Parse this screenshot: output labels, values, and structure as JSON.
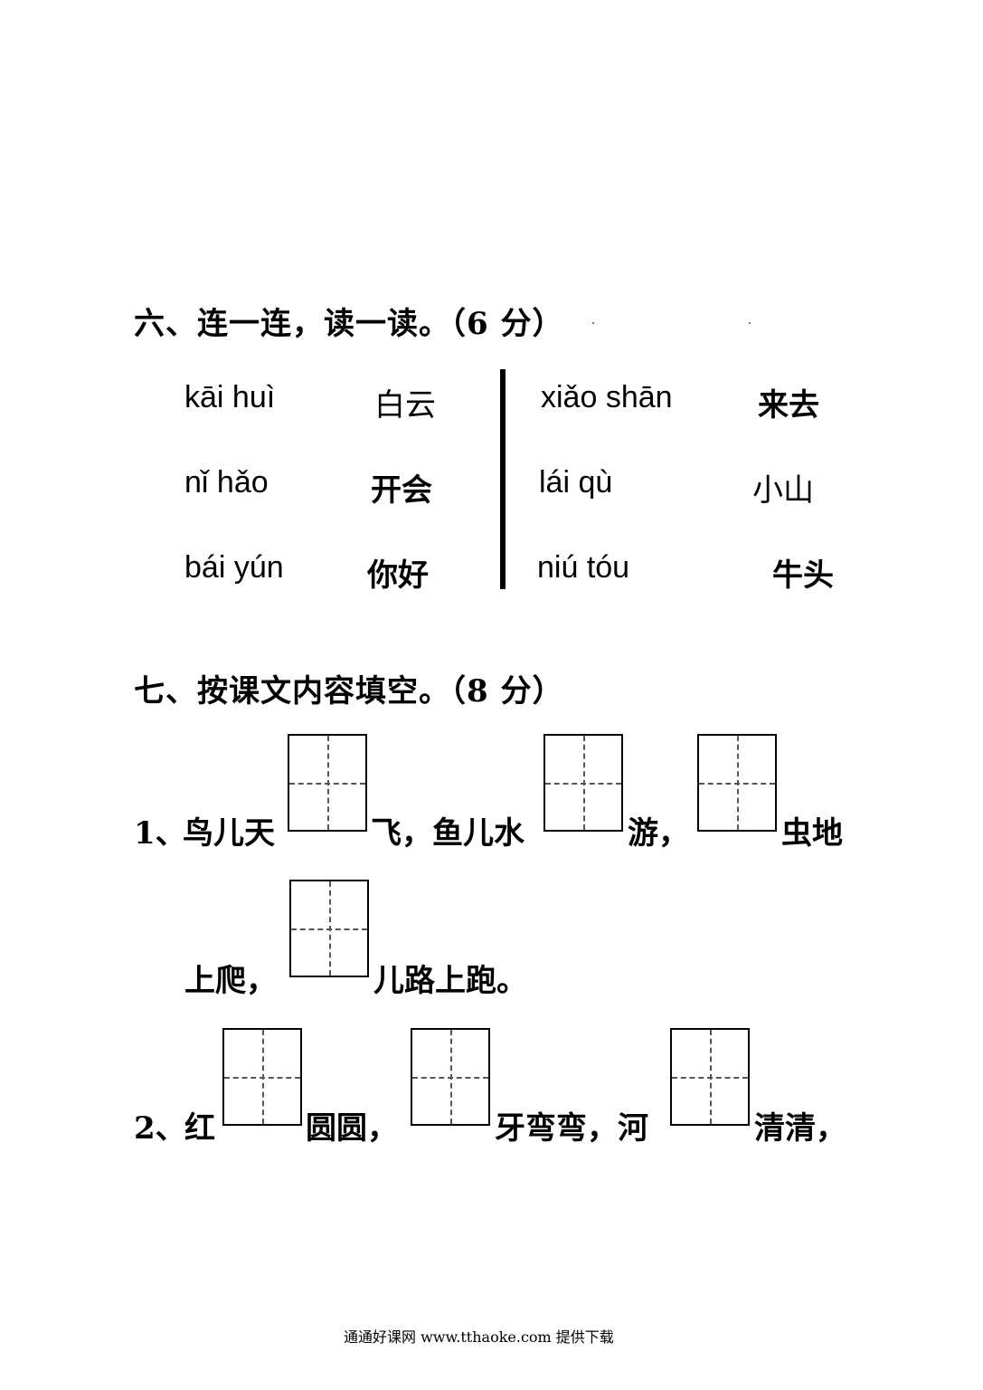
{
  "section6": {
    "title": "六、连一连，读一读。（6 分）",
    "left": [
      {
        "pinyin": "kāi huì",
        "hanzi": "白云"
      },
      {
        "pinyin": "nǐ hǎo",
        "hanzi": "开会"
      },
      {
        "pinyin": "bái yún",
        "hanzi": "你好"
      }
    ],
    "right": [
      {
        "pinyin": "xiǎo shān",
        "hanzi": "来去"
      },
      {
        "pinyin": "lái qù",
        "hanzi": "小山"
      },
      {
        "pinyin": "niú tóu",
        "hanzi": "牛头"
      }
    ]
  },
  "section7": {
    "title": "七、按课文内容填空。（8 分）",
    "q1": {
      "num": "1、",
      "p1": "鸟儿天",
      "p2": "飞，鱼儿水",
      "p3": "游，",
      "p4": "虫地",
      "p5": "上爬，",
      "p6": "儿路上跑。"
    },
    "q2": {
      "num": "2、",
      "p1": "红",
      "p2": "圆圆，",
      "p3": "牙弯弯，河",
      "p4": "清清，"
    }
  },
  "footer": {
    "text": "通通好课网 www.tthaoke.com 提供下载"
  }
}
